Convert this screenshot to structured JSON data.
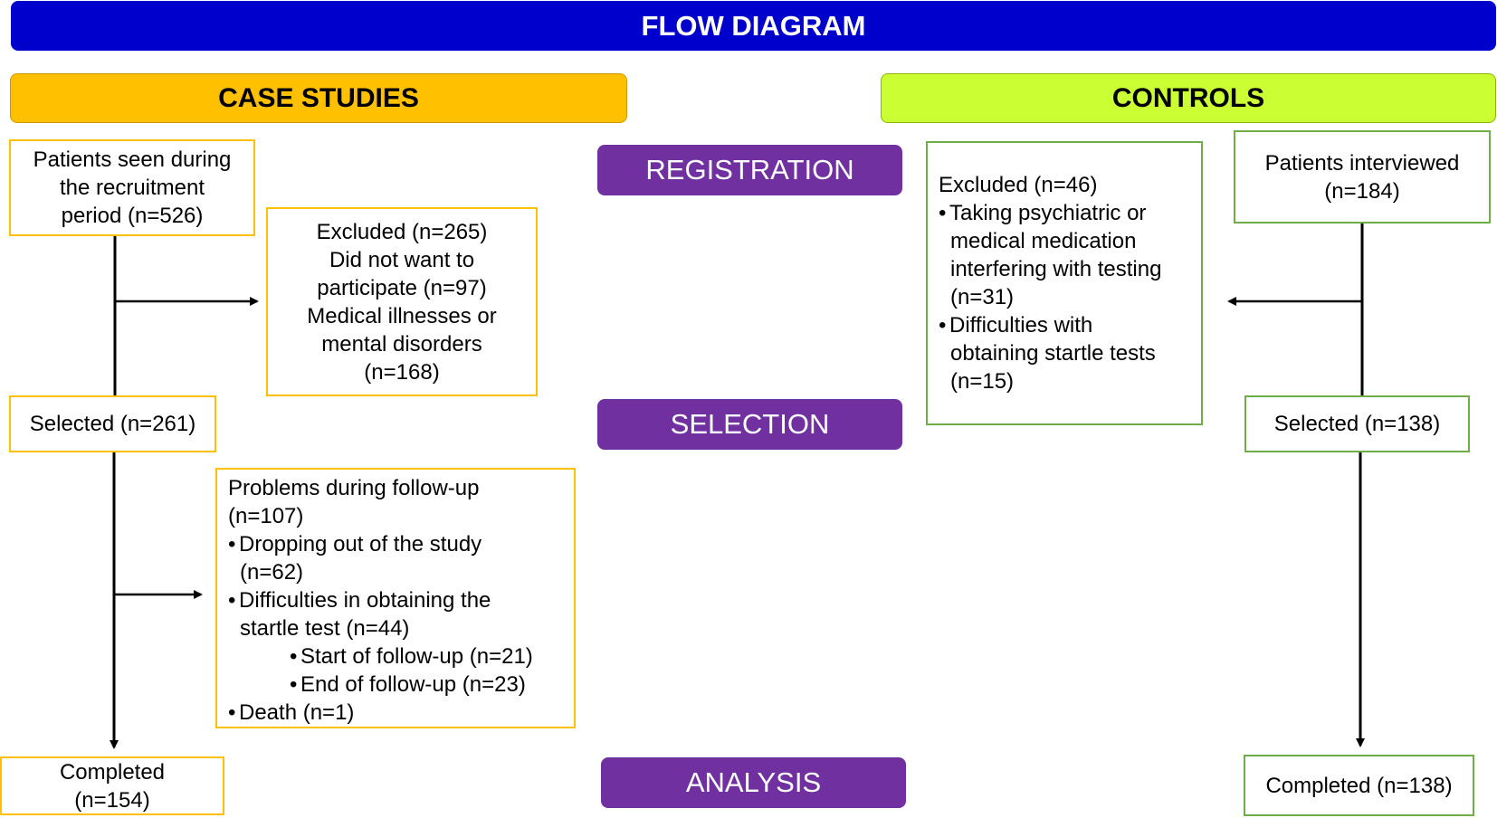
{
  "title": "FLOW DIAGRAM",
  "columns": {
    "case": "CASE STUDIES",
    "controls": "CONTROLS"
  },
  "phases": {
    "registration": "REGISTRATION",
    "selection": "SELECTION",
    "analysis": "ANALYSIS"
  },
  "colors": {
    "banner": "#0000cc",
    "case": "#ffc000",
    "controls": "#ccff33",
    "phase": "#7030a0",
    "case_border": "#ffc000",
    "controls_border": "#70ad47"
  },
  "case": {
    "seen": [
      "Patients seen during",
      "the recruitment",
      "period (n=526)"
    ],
    "excluded": [
      "Excluded (n=265)",
      "Did not want to",
      "participate (n=97)",
      "Medical illnesses or",
      "mental disorders",
      "(n=168)"
    ],
    "selected": "Selected (n=261)",
    "problems": {
      "title": [
        "Problems during follow-up",
        "(n=107)"
      ],
      "b1": [
        "Dropping out of the study",
        "(n=62)"
      ],
      "b2": [
        "Difficulties in obtaining the",
        "startle test (n=44)"
      ],
      "b2a": "Start of follow-up (n=21)",
      "b2b": "End of follow-up (n=23)",
      "b3": "Death (n=1)"
    },
    "completed": [
      "Completed",
      "(n=154)"
    ]
  },
  "controls": {
    "interviewed": [
      "Patients interviewed",
      "(n=184)"
    ],
    "excluded": {
      "title": "Excluded (n=46)",
      "b1": [
        "Taking psychiatric or",
        "medical medication",
        "interfering with testing",
        "(n=31)"
      ],
      "b2": [
        "Difficulties with",
        "obtaining startle tests",
        "(n=15)"
      ]
    },
    "selected": "Selected (n=138)",
    "completed": "Completed (n=138)"
  },
  "bullet": "•"
}
